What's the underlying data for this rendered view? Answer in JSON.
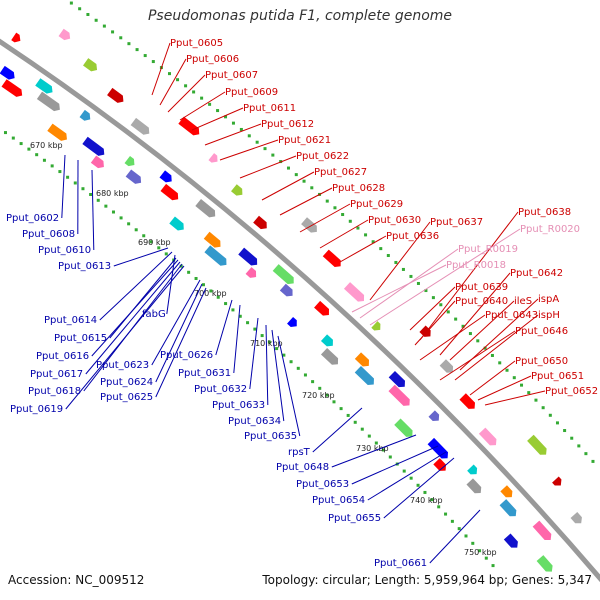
{
  "title": "Pseudomonas putida F1, complete genome",
  "footer": {
    "accession": "Accession: NC_009512",
    "summary": "Topology: circular; Length: 5,959,964 bp; Genes: 5,347"
  },
  "colors": {
    "backbone": "#999999",
    "forward_gene": "#ff0000",
    "reverse_gene": "#0000ff",
    "rna_gene": "#ff99cc",
    "label_forward": "#cc0000",
    "label_reverse": "#0000aa",
    "label_rna": "#e58fb5",
    "dotted_track": "#33aa33"
  },
  "kbp_ticks": [
    "670 kbp",
    "680 kbp",
    "690 kbp",
    "700 kbp",
    "710 kbp",
    "720 kbp",
    "730 kbp",
    "740 kbp",
    "750 kbp"
  ],
  "labels_forward": [
    "Pput_0605",
    "Pput_0606",
    "Pput_0607",
    "Pput_0609",
    "Pput_0611",
    "Pput_0612",
    "Pput_0621",
    "Pput_0622",
    "Pput_0627",
    "Pput_0628",
    "Pput_0629",
    "Pput_0630",
    "Pput_0636",
    "Pput_0637",
    "Pput_0638",
    "Pput_0642",
    "Pput_0639",
    "Pput_0640",
    "ileS",
    "ispA",
    "Pput_0643",
    "ispH",
    "Pput_0646",
    "Pput_0650",
    "Pput_0651",
    "Pput_0652"
  ],
  "labels_rna": [
    "Pput_R0020",
    "Pput_R0019",
    "Pput_R0018"
  ],
  "labels_reverse": [
    "Pput_0602",
    "Pput_0608",
    "Pput_0610",
    "Pput_0613",
    "Pput_0614",
    "fabG",
    "Pput_0615",
    "Pput_0616",
    "Pput_0617",
    "Pput_0618",
    "Pput_0619",
    "Pput_0623",
    "Pput_0624",
    "Pput_0625",
    "Pput_0626",
    "Pput_0631",
    "Pput_0632",
    "Pput_0633",
    "Pput_0634",
    "Pput_0635",
    "rpsT",
    "Pput_0648",
    "Pput_0653",
    "Pput_0654",
    "Pput_0655",
    "Pput_0661"
  ]
}
